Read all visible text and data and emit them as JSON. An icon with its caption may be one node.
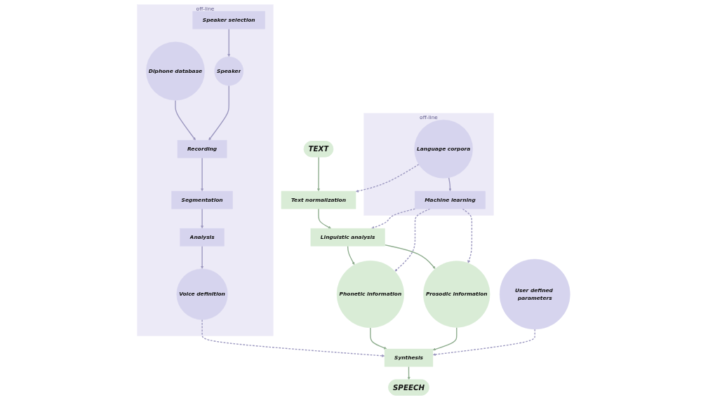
{
  "diagram": {
    "nodes": [
      {
        "text": [
          "off-line"
        ]
      },
      {
        "text": [
          "Speaker selection"
        ],
        "in": 0
      },
      {
        "text": [
          "Diphone database"
        ],
        "in": 0
      },
      {
        "text": [
          "Speaker"
        ],
        "in": 0
      },
      {
        "text": [
          "Recording"
        ],
        "in": 0
      },
      {
        "text": [
          "Segmentation"
        ],
        "in": 0
      },
      {
        "text": [
          "Analysis"
        ],
        "in": 0
      },
      {
        "text": [
          "Voice definition"
        ],
        "in": 0
      },
      {
        "text": [
          "TEXT"
        ]
      },
      {
        "text": [
          "off-line"
        ]
      },
      {
        "text": [
          "Language corpora"
        ],
        "in": 9
      },
      {
        "text": [
          "Machine learning"
        ],
        "in": 9
      },
      {
        "text": [
          "Text normalization"
        ]
      },
      {
        "text": [
          "Linguistic analysis"
        ]
      },
      {
        "text": [
          "Phonetic information"
        ]
      },
      {
        "text": [
          "Prosodic information"
        ]
      },
      {
        "text": [
          "Synthesis"
        ]
      },
      {
        "text": [
          "User defined parameters"
        ]
      },
      {
        "text": [
          "SPEECH"
        ]
      }
    ],
    "edges": [
      {
        "from": 1,
        "to": 3,
        "arrow": "to"
      },
      {
        "from": 2,
        "to": 4,
        "arrow": "to"
      },
      {
        "from": 3,
        "to": 4,
        "arrow": "to"
      },
      {
        "from": 4,
        "to": 5,
        "arrow": "to"
      },
      {
        "from": 5,
        "to": 6,
        "arrow": "to"
      },
      {
        "from": 6,
        "to": 7,
        "arrow": "to"
      },
      {
        "from": 7,
        "to": 16,
        "arrow": "to",
        "style": "dashed"
      },
      {
        "from": 8,
        "to": 12,
        "arrow": "to",
        "color": "#8fae8f"
      },
      {
        "from": 12,
        "to": 13,
        "arrow": "to",
        "color": "#8fae8f"
      },
      {
        "from": 13,
        "to": 14,
        "arrow": "to",
        "color": "#8fae8f"
      },
      {
        "from": 13,
        "to": 15,
        "arrow": "to",
        "color": "#8fae8f"
      },
      {
        "from": 14,
        "to": 16,
        "arrow": "to",
        "color": "#8fae8f"
      },
      {
        "from": 15,
        "to": 16,
        "arrow": "to",
        "color": "#8fae8f"
      },
      {
        "from": 16,
        "to": 18,
        "arrow": "to",
        "color": "#8fae8f"
      },
      {
        "from": 10,
        "to": 12,
        "arrow": "to",
        "style": "dashed"
      },
      {
        "from": 10,
        "to": 11,
        "arrow": "to"
      },
      {
        "from": 11,
        "to": 13,
        "arrow": "to",
        "style": "dashed"
      },
      {
        "from": 11,
        "to": 14,
        "arrow": "to",
        "style": "dashed"
      },
      {
        "from": 11,
        "to": 15,
        "arrow": "to",
        "style": "dashed"
      },
      {
        "from": 17,
        "to": 16,
        "arrow": "to",
        "style": "dashed"
      }
    ]
  }
}
